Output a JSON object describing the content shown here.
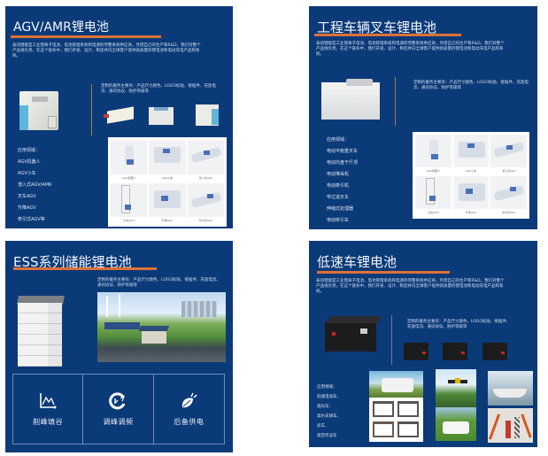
{
  "panels": [
    {
      "title": "AGV/AMR锂电池",
      "description": "泰润锂能是工业锂离子电池、电池管理系统和电源的完整系统供应商，凭借自己的生产和R&D，我们对整个产品线负责。在这个链条中，我们开发、设计、制造并向全球客户提供高质量的锂电池和电动充电产品和系统。",
      "spec": "定制的服务主要有：产品尺寸颜色、LOGO标贴、接插件、充放电流、通讯协议、防护等级等",
      "applications_label": "应用领域：",
      "applications": [
        "AGV机器人",
        "AGV小车",
        "潜入式AGV/AMR",
        "叉车AGV",
        "升降AGV",
        "牵引式AGV等"
      ],
      "grid_captions": [
        "AGV机器人",
        "AGV小车",
        "潜入式AGV",
        "叉车AGV",
        "升降AGV",
        "牵引式AGV"
      ]
    },
    {
      "title": "工程车辆叉车锂电池",
      "description": "泰润锂能是工业锂离子电池、电池管理系统和电源的完整系统供应商，凭借自己的生产和R&D，我们对整个产品线负责。在这个链条中，我们开发、设计、制造并向全球客户提供高质量的锂电池和电动充电产品和系统。",
      "spec": "定制的服务主要有：产品尺寸颜色、LOGO标贴、接插件、充放电流、通讯协议、防护等级等",
      "applications_label": "应用领域：",
      "applications": [
        "电动平衡重叉车",
        "电动托盘干斤顶",
        "电动堆垛机",
        "电动牵引机",
        "窄过道叉车",
        "伸缩式处理器",
        "电动牵引车"
      ],
      "grid_captions": [
        "AGV机器人",
        "AGV小车",
        "潜入式AGV",
        "叉车AGV",
        "升降AGV",
        "牵引式AGV"
      ]
    },
    {
      "title": "ESS系列储能锂电池",
      "spec": "定制的服务主要有：产品尺寸颜色、LOGO标贴、接插件、充放电流、通讯协议、防护等级等",
      "features": [
        {
          "icon": "peak-valley-chart-icon",
          "label": "削峰填谷"
        },
        {
          "icon": "frequency-regulation-icon",
          "label": "调峰调频"
        },
        {
          "icon": "leaf-plug-icon",
          "label": "后备供电"
        }
      ]
    },
    {
      "title": "低速车锂电池",
      "description": "泰润锂能是工业锂离子电池、电池管理系统和电源的完整系统供应商，凭借自己的生产和R&D，我们对整个产品线负责。在这个链条中，我们开发、设计、制造并向全球客户提供高质量的锂电池和电动充电产品和系统。",
      "spec": "定制的服务主要有：产品尺寸颜色、LOGO标贴、接插件、充放电流、通讯协议、防护等级等",
      "applications_label": "应用领域：",
      "applications": [
        "低速电动车、",
        "观光车、",
        "高尔夫球车、",
        "房车、",
        "高空作业车"
      ]
    }
  ],
  "colors": {
    "panel_bg": "#0b3a78",
    "accent_bar": "#dd7236",
    "divider": "#a97b4a"
  }
}
